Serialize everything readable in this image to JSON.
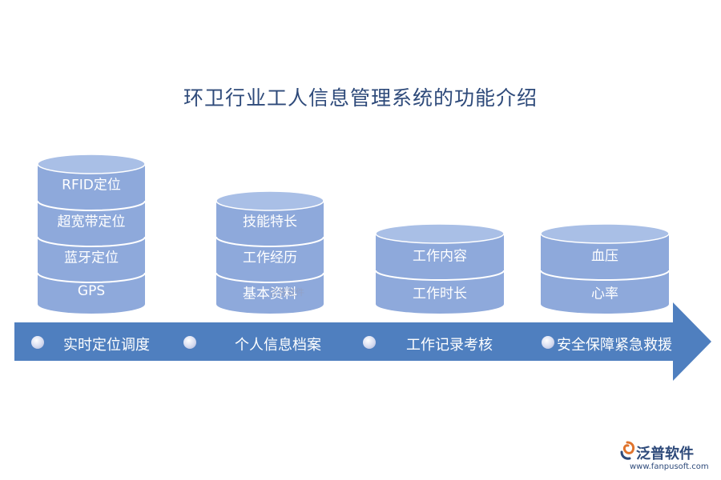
{
  "title": "环卫行业工人信息管理系统的功能介绍",
  "stages": [
    {
      "label": "实时定位调度",
      "items": [
        "RFID定位",
        "超宽带定位",
        "蓝牙定位",
        "GPS"
      ]
    },
    {
      "label": "个人信息档案",
      "items": [
        "技能特长",
        "工作经历",
        "基本资料"
      ]
    },
    {
      "label": "工作记录考核",
      "items": [
        "工作内容",
        "工作时长"
      ]
    },
    {
      "label": "安全保障紧急救援",
      "items": [
        "血压",
        "心率"
      ]
    }
  ],
  "watermark": "泛普软件",
  "brand": {
    "name": "泛普软件",
    "url": "www.fanpusoft.com"
  },
  "colors": {
    "cylinder": "#8ea9db",
    "cylinder_top": "#a9bfe6",
    "arrow": "#4f7fbf",
    "title": "#2e4a7a"
  }
}
